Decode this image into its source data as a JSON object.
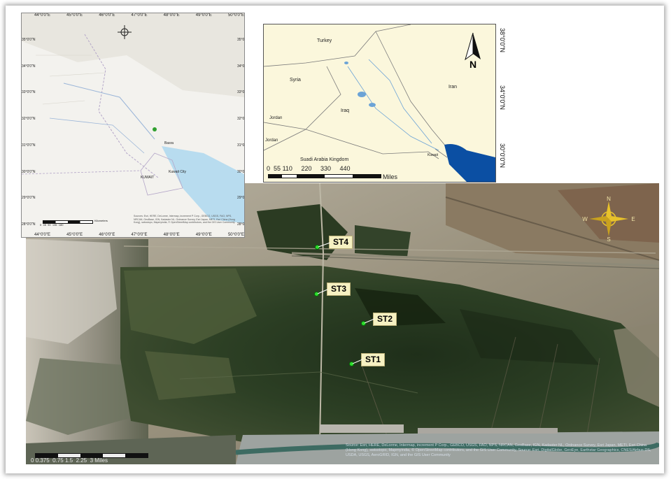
{
  "inset_regional": {
    "top_ticks": [
      "44°0'0\"E",
      "45°0'0\"E",
      "46°0'0\"E",
      "47°0'0\"E",
      "48°0'0\"E",
      "49°0'0\"E",
      "50°0'0\"E"
    ],
    "left_ticks": [
      "35°0'0\"N",
      "34°0'0\"N",
      "33°0'0\"N",
      "32°0'0\"N",
      "31°0'0\"N",
      "30°0'0\"N",
      "29°0'0\"N",
      "28°0'0\"N"
    ],
    "right_ticks": [
      "35°0'0\"N",
      "34°0'0\"N",
      "33°0'0\"N",
      "32°0'0\"N",
      "31°0'0\"N",
      "30°0'0\"N",
      "29°0'0\"N",
      "28°0'0\"N"
    ],
    "bottom_ticks": [
      "44°0'0\"E",
      "45°0'0\"E",
      "46°0'0\"E",
      "47°0'0\"E",
      "48°0'0\"E",
      "49°0'0\"E",
      "50°0'0\"E"
    ],
    "labels": [
      "Basra",
      "KUWAIT",
      "Kuwait City"
    ],
    "scale_text": "Kilometers",
    "scale_values": [
      "0",
      "45",
      "90",
      "135",
      "180"
    ],
    "credits": "Sources: Esri, HERE, DeLorme, Intermap, increment P Corp., GEBCO, USGS, FAO, NPS, NRCAN, GeoBase, IGN, Kadaster NL, Ordnance Survey, Esri Japan, METI, Esri China (Hong Kong), swisstopo, Mapmyindia, © OpenStreetMap contributors, and the GIS User Community"
  },
  "inset_country": {
    "countries": [
      "Turkey",
      "Syria",
      "Iraq",
      "Iran",
      "Jordan",
      "Jordan",
      "Suadi Arabia Kingdom",
      "Kuwait"
    ],
    "right_ticks": [
      "38°0'0\"N",
      "34°0'0\"N",
      "30°0'0\"N"
    ],
    "north_letter": "N",
    "scale_values": [
      "0",
      "55",
      "110",
      "220",
      "330",
      "440"
    ],
    "scale_unit": "Miles"
  },
  "stations": [
    {
      "id": "ST4",
      "label": "ST4"
    },
    {
      "id": "ST3",
      "label": "ST3"
    },
    {
      "id": "ST2",
      "label": "ST2"
    },
    {
      "id": "ST1",
      "label": "ST1"
    }
  ],
  "compass": {
    "n": "N",
    "s": "S",
    "e": "E",
    "w": "W"
  },
  "sat_scale": {
    "values": [
      "0",
      "0.375",
      "0.75",
      "1.5",
      "2.25",
      "3"
    ],
    "unit": "Miles"
  },
  "attribution": "Source: Esri, HERE, DeLorme, Intermap, increment P Corp., GEBCO, USGS, FAO, NPS, NRCAN, GeoBase, IGN, Kadaster NL, Ordnance Survey, Esri Japan, METI, Esri China (Hong Kong), swisstopo, Mapmyindia, © OpenStreetMap contributors, and the GIS User Community, Source: Esri, DigitalGlobe, GeoEye, Earthstar Geographics, CNES/Airbus DS, USDA, USGS, AeroGRID, IGN, and the GIS User Community",
  "colors": {
    "station_dot": "#2dde2d",
    "label_bg": "#f6f1c2",
    "gulf_blue": "#0b4fa3",
    "compass_gold": "#e8c22a"
  }
}
